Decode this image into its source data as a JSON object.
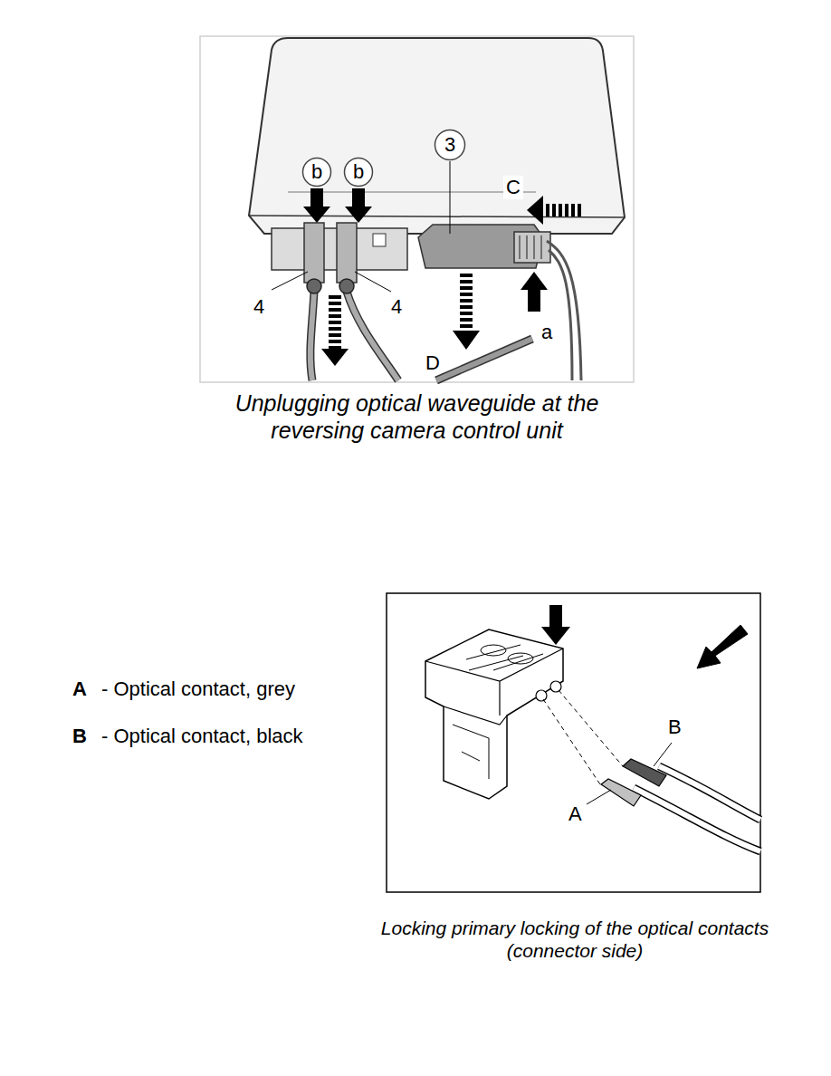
{
  "diagram": {
    "nodes": [
      {
        "text": [
          "b"
        ]
      },
      {
        "text": [
          "b"
        ]
      },
      {
        "text": [
          "3"
        ]
      }
    ],
    "labels": [
      "C",
      "4",
      "4",
      "a",
      "D",
      "Unplugging optical waveguide at the reversing camera control unit",
      "A",
      "- Optical contact, grey",
      "B",
      "- Optical contact, black",
      "B",
      "A",
      "Locking primary locking of the optical contacts (connector side)"
    ]
  }
}
